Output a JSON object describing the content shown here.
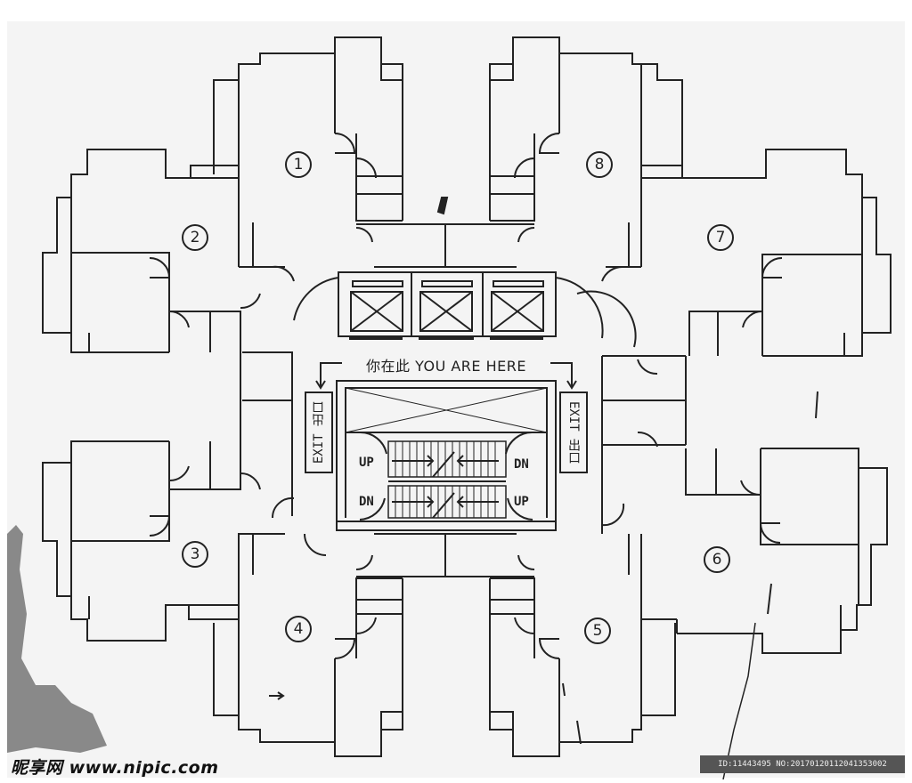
{
  "plan": {
    "units": [
      {
        "id": "unit-1",
        "label": "1"
      },
      {
        "id": "unit-2",
        "label": "2"
      },
      {
        "id": "unit-3",
        "label": "3"
      },
      {
        "id": "unit-4",
        "label": "4"
      },
      {
        "id": "unit-5",
        "label": "5"
      },
      {
        "id": "unit-6",
        "label": "6"
      },
      {
        "id": "unit-7",
        "label": "7"
      },
      {
        "id": "unit-8",
        "label": "8"
      }
    ],
    "you_are_here": "你在此 YOU ARE HERE",
    "exit_left": "EXIT 出口",
    "exit_right": "EXIT 出口",
    "stairs": {
      "left_up": "UP",
      "left_down": "DN",
      "right_down": "DN",
      "right_up": "UP"
    }
  },
  "footer": {
    "site_logo": "昵享网 www.nipic.com",
    "image_id": "ID:11443495 NO:20170120112041353002"
  },
  "colors": {
    "line": "#222222",
    "paper": "#f4f4f4",
    "smudge": "#7d7d7d",
    "id_bar": "#555555"
  }
}
